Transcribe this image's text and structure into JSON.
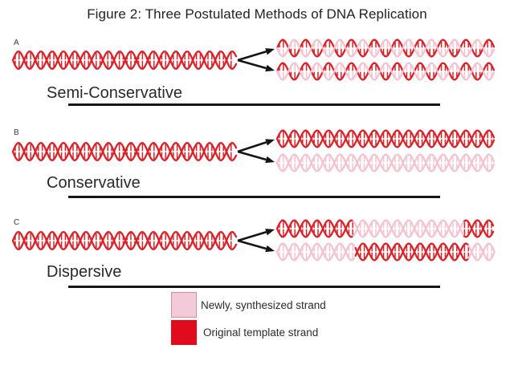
{
  "title": "Figure 2: Three Postulated Methods of DNA Replication",
  "colors": {
    "original_strand": "#d8232b",
    "new_strand": "#f3c3d0",
    "legend_original": "#e00c1e",
    "legend_new": "#f3cbd8",
    "arrow": "#141414",
    "text": "#231f20",
    "underline": "#161616"
  },
  "sections": [
    {
      "letter": "A",
      "label": "Semi-Conservative",
      "parent": {
        "strands": [
          [
            {
              "f": 1,
              "c": "original"
            }
          ],
          [
            {
              "f": 1,
              "c": "original"
            }
          ]
        ]
      },
      "daughters": [
        {
          "strands": [
            [
              {
                "f": 1,
                "c": "original"
              }
            ],
            [
              {
                "f": 1,
                "c": "new"
              }
            ]
          ]
        },
        {
          "strands": [
            [
              {
                "f": 1,
                "c": "original"
              }
            ],
            [
              {
                "f": 1,
                "c": "new"
              }
            ]
          ]
        }
      ]
    },
    {
      "letter": "B",
      "label": "Conservative",
      "parent": {
        "strands": [
          [
            {
              "f": 1,
              "c": "original"
            }
          ],
          [
            {
              "f": 1,
              "c": "original"
            }
          ]
        ]
      },
      "daughters": [
        {
          "strands": [
            [
              {
                "f": 1,
                "c": "original"
              }
            ],
            [
              {
                "f": 1,
                "c": "original"
              }
            ]
          ]
        },
        {
          "strands": [
            [
              {
                "f": 1,
                "c": "new"
              }
            ],
            [
              {
                "f": 1,
                "c": "new"
              }
            ]
          ]
        }
      ]
    },
    {
      "letter": "C",
      "label": "Dispersive",
      "parent": {
        "strands": [
          [
            {
              "f": 1,
              "c": "original"
            }
          ],
          [
            {
              "f": 1,
              "c": "original"
            }
          ]
        ]
      },
      "daughters": [
        {
          "strands": [
            [
              {
                "f": 0.35,
                "c": "original"
              },
              {
                "f": 0.51,
                "c": "new"
              },
              {
                "f": 0.14,
                "c": "original"
              }
            ],
            [
              {
                "f": 0.35,
                "c": "original"
              },
              {
                "f": 0.51,
                "c": "new"
              },
              {
                "f": 0.14,
                "c": "original"
              }
            ]
          ]
        },
        {
          "strands": [
            [
              {
                "f": 0.36,
                "c": "new"
              },
              {
                "f": 0.52,
                "c": "original"
              },
              {
                "f": 0.12,
                "c": "new"
              }
            ],
            [
              {
                "f": 0.36,
                "c": "new"
              },
              {
                "f": 0.52,
                "c": "original"
              },
              {
                "f": 0.12,
                "c": "new"
              }
            ]
          ]
        }
      ]
    }
  ],
  "legend": {
    "items": [
      {
        "swatch": "new",
        "label": "Newly, synthesized strand"
      },
      {
        "swatch": "original",
        "label": "Original template strand"
      }
    ]
  }
}
